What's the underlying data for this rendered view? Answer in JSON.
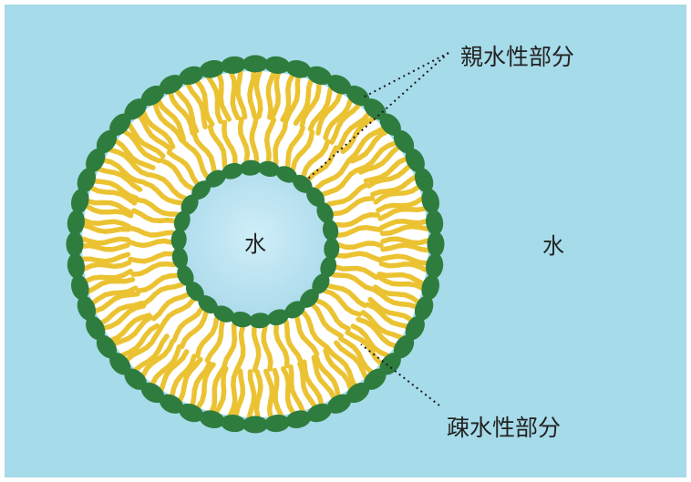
{
  "labels": {
    "hydrophilic": "親水性部分",
    "hydrophobic": "疎水性部分",
    "water_inner": "水",
    "water_outer": "水"
  },
  "colors": {
    "background": "#a6dbe9",
    "inner_water": "#c4e7f3",
    "head": "#2e7d3f",
    "tail": "#ebc332",
    "membrane_interior": "#ffffff",
    "leader_line": "#1a1a1a"
  }
}
